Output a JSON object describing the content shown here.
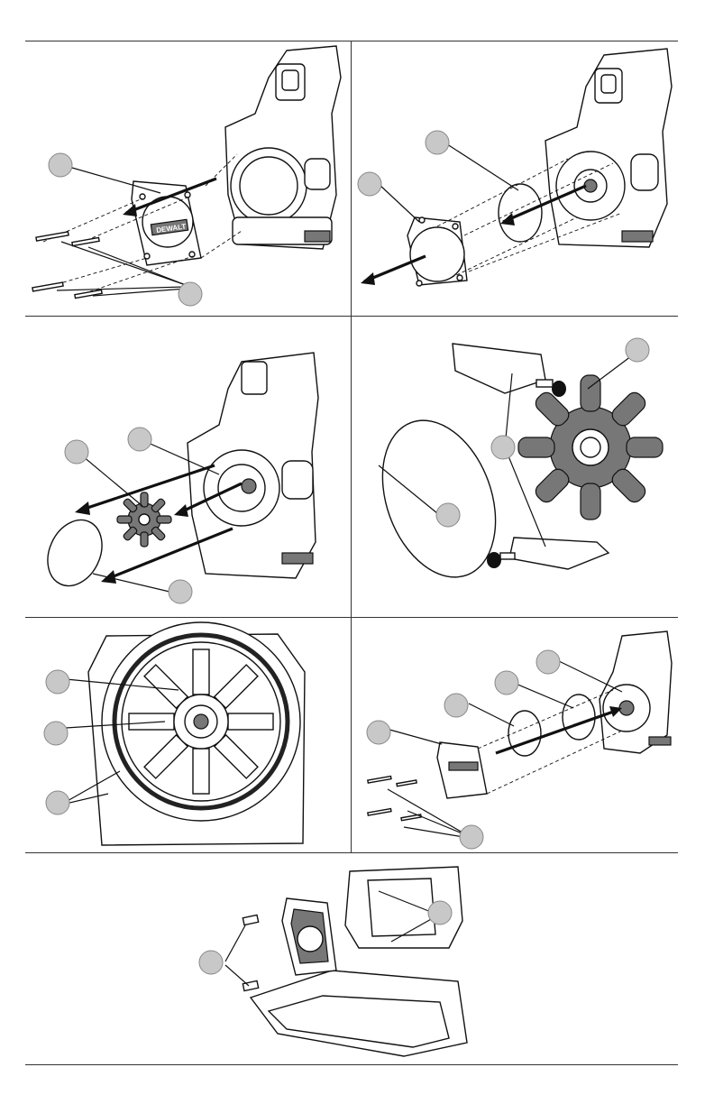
{
  "colors": {
    "callout_fill": "#c8c8c8",
    "line": "#111111",
    "impeller_fill": "#777777"
  },
  "brand_label": "DEWALT",
  "panels": [
    {
      "id": "remove-cover-screws",
      "icon": "pump-cover-removal"
    },
    {
      "id": "remove-gasket-plate",
      "icon": "plate-and-gasket-removal"
    },
    {
      "id": "remove-impeller",
      "icon": "impeller-and-oring-removal"
    },
    {
      "id": "lubricate-parts",
      "icon": "lubricant-on-impeller-and-oring"
    },
    {
      "id": "install-closeup",
      "icon": "impeller-installed-closeup"
    },
    {
      "id": "reassemble",
      "icon": "reassembly-exploded-view"
    },
    {
      "id": "mount-bracket",
      "icon": "bracket-mounting"
    }
  ]
}
